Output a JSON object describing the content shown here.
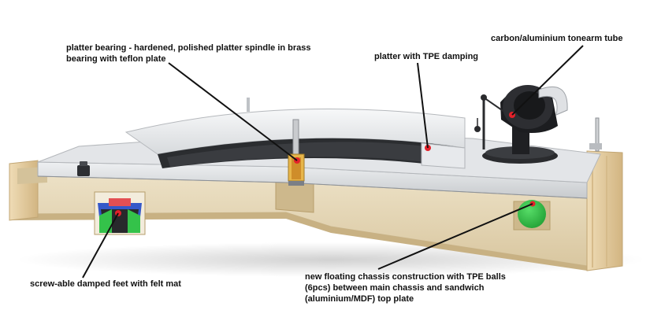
{
  "callouts": {
    "bearing": {
      "line1": "platter bearing - hardened, polished platter spindle in brass",
      "line2": "bearing with teflon plate"
    },
    "platter": {
      "line1": "platter with TPE damping"
    },
    "tonearm": {
      "line1": "carbon/aluminium tonearm tube"
    },
    "feet": {
      "line1": "screw-able damped feet with felt mat"
    },
    "chassis": {
      "line1": "new floating chassis construction with TPE balls",
      "line2": "(6pcs) between main chassis and sandwich",
      "line3": "(aluminium/MDF) top plate"
    }
  },
  "colors": {
    "marker": "#e3212a",
    "tpe_ball": "#34c24a",
    "wood": "#e9dcc0",
    "aluminium": "#d9dbde",
    "leader": "#111111"
  }
}
